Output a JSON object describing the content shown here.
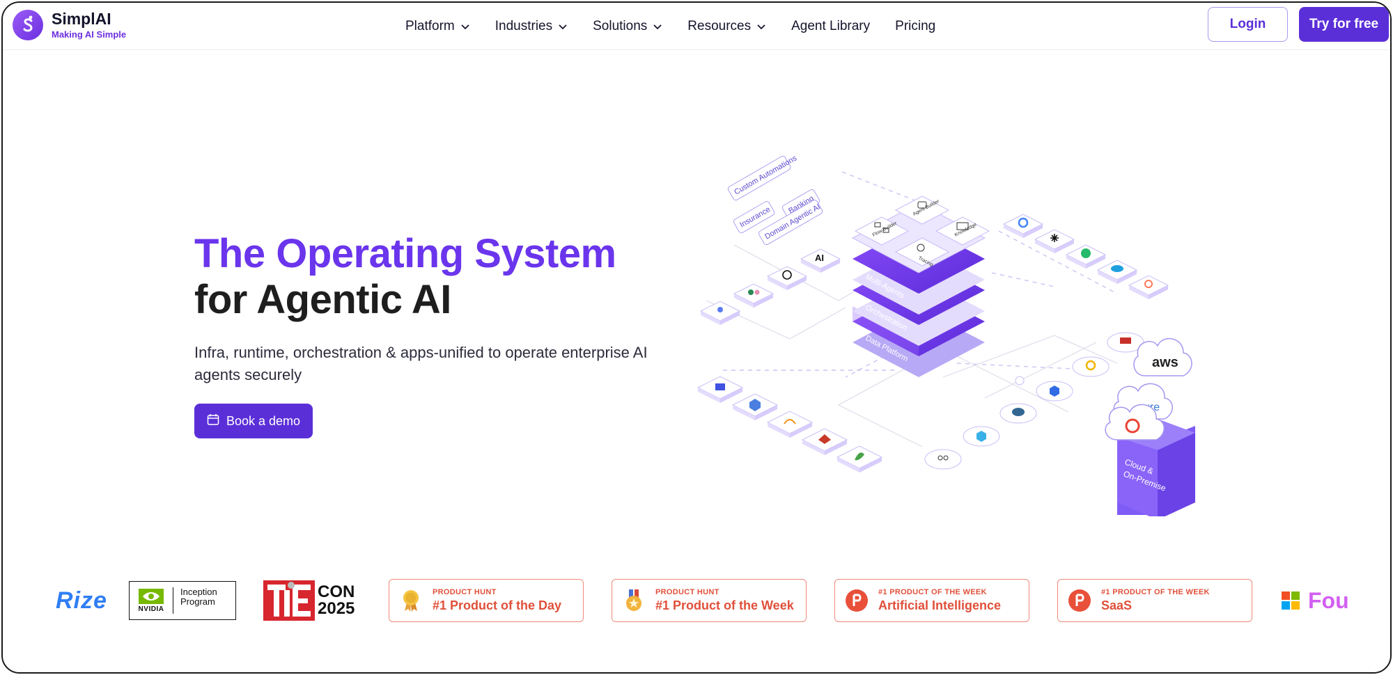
{
  "brand": {
    "name": "SimplAI",
    "tagline": "Making AI Simple"
  },
  "nav": {
    "items": [
      {
        "label": "Platform",
        "dropdown": true
      },
      {
        "label": "Industries",
        "dropdown": true
      },
      {
        "label": "Solutions",
        "dropdown": true
      },
      {
        "label": "Resources",
        "dropdown": true
      },
      {
        "label": "Agent Library",
        "dropdown": false
      },
      {
        "label": "Pricing",
        "dropdown": false
      }
    ],
    "login_label": "Login",
    "try_label": "Try for free"
  },
  "hero": {
    "title_line1": "The Operating System",
    "title_line2": "for Agentic AI",
    "subtitle": "Infra, runtime, orchestration & apps-unified to operate enterprise AI agents securely",
    "cta_label": "Book a demo"
  },
  "illustration": {
    "tags": [
      "Custom Automations",
      "Banking",
      "Insurance",
      "Domain Agentic AI"
    ],
    "top_modules": [
      "Flow Builder",
      "Agent Builder",
      "Tracing",
      "Knowledge"
    ],
    "layers": [
      "Multi-Agents",
      "Orchestration",
      "Data Platform"
    ],
    "cloud_box_lines": [
      "Cloud &",
      "On-Premise"
    ],
    "cloud_labels": [
      "aws",
      "zure"
    ],
    "left_tile_text": "AI"
  },
  "logo_strip": {
    "rize_text": "Rize",
    "nvidia_word": "NVIDIA",
    "nvidia_program": [
      "Inception",
      "Program"
    ],
    "tie_lines": [
      "CON",
      "2025"
    ],
    "badges": [
      {
        "small": "PRODUCT HUNT",
        "big": "#1 Product of the Day",
        "icon": "gold-medal-icon"
      },
      {
        "small": "PRODUCT HUNT",
        "big": "#1 Product of the Week",
        "icon": "medal-icon"
      },
      {
        "small": "#1 PRODUCT OF THE WEEK",
        "big": "Artificial Intelligence",
        "icon": "producthunt-icon"
      },
      {
        "small": "#1 PRODUCT OF THE WEEK",
        "big": "SaaS",
        "icon": "producthunt-icon"
      }
    ],
    "fou_text": "Fou"
  },
  "colors": {
    "accent": "#5b2fd8",
    "title_purple": "#6a35ec",
    "badge_red": "#e0503a"
  }
}
